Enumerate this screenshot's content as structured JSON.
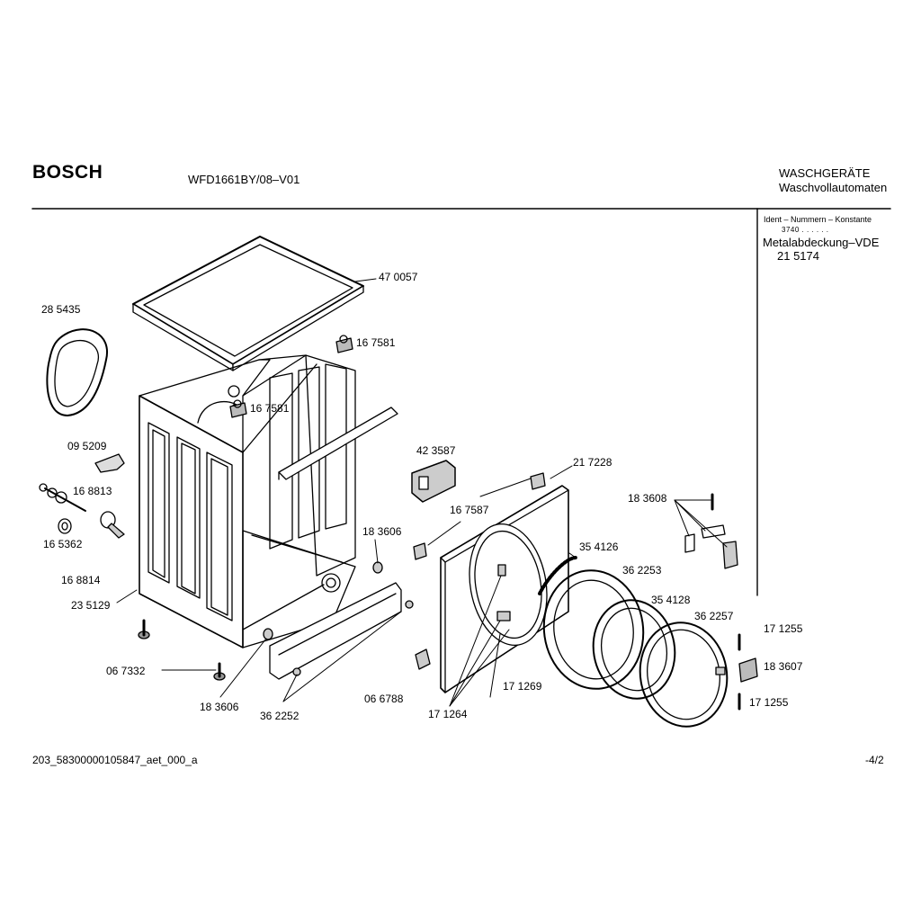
{
  "header": {
    "brand": "BOSCH",
    "model": "WFD1661BY/08–V01",
    "category_line1": "WASCHGERÄTE",
    "category_line2": "Waschvollautomaten"
  },
  "ident": {
    "header": "Ident – Nummern – Konstante",
    "value": "3740 . . . . . .",
    "description": "Metalabdeckung–VDE",
    "number": "21 5174"
  },
  "parts": [
    {
      "id": "p1",
      "label": "47 0057"
    },
    {
      "id": "p2",
      "label": "28 5435"
    },
    {
      "id": "p3",
      "label": "16 7581"
    },
    {
      "id": "p4",
      "label": "16 7581"
    },
    {
      "id": "p5",
      "label": "09 5209"
    },
    {
      "id": "p6",
      "label": "42 3587"
    },
    {
      "id": "p7",
      "label": "21 7228"
    },
    {
      "id": "p8",
      "label": "16 8813"
    },
    {
      "id": "p9",
      "label": "16 7587"
    },
    {
      "id": "p10",
      "label": "18 3608"
    },
    {
      "id": "p11",
      "label": "16 5362"
    },
    {
      "id": "p12",
      "label": "18 3606"
    },
    {
      "id": "p13",
      "label": "35 4126"
    },
    {
      "id": "p14",
      "label": "16 8814"
    },
    {
      "id": "p15",
      "label": "36 2253"
    },
    {
      "id": "p16",
      "label": "23 5129"
    },
    {
      "id": "p17",
      "label": "35 4128"
    },
    {
      "id": "p18",
      "label": "36 2257"
    },
    {
      "id": "p19",
      "label": "17 1255"
    },
    {
      "id": "p20",
      "label": "18 3607"
    },
    {
      "id": "p21",
      "label": "06 7332"
    },
    {
      "id": "p22",
      "label": "17 1269"
    },
    {
      "id": "p23",
      "label": "06 6788"
    },
    {
      "id": "p24",
      "label": "17 1255"
    },
    {
      "id": "p25",
      "label": "18 3606"
    },
    {
      "id": "p26",
      "label": "36 2252"
    },
    {
      "id": "p27",
      "label": "17 1264"
    }
  ],
  "footer": {
    "left": "203_58300000105847_aet_000_a",
    "right": "-4/2"
  }
}
